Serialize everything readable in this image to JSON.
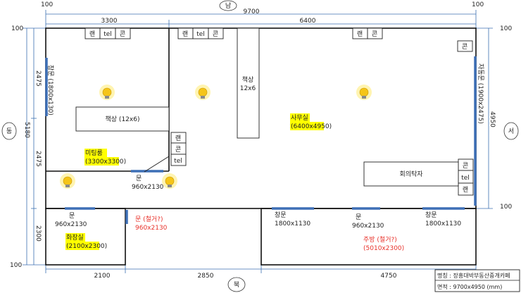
{
  "dims": {
    "top_left": "100",
    "top_right": "100",
    "top_total": "9700",
    "top_a": "3300",
    "top_b": "6400",
    "left_top": "100",
    "left_bottom": "100",
    "left_total": "5180",
    "left_a": "2475",
    "left_b": "2475",
    "left_c": "2300",
    "right_top": "100",
    "right_bottom": "100",
    "right_a": "4950",
    "bottom_a": "2100",
    "bottom_b": "2850",
    "bottom_c": "4750"
  },
  "compass": {
    "south": "남",
    "north": "북",
    "east": "동",
    "west": "서"
  },
  "outlets": {
    "lan": "랜",
    "tel": "tel",
    "con": "콘"
  },
  "furniture": {
    "shelf_top": "책상",
    "shelf_top_size": "12x6",
    "desk_meeting": "책상 (12x6)",
    "meeting_table": "회의탁자"
  },
  "rooms": {
    "meeting": "미팅룸",
    "meeting_size": "(3300x3300)",
    "office": "사무실",
    "office_size": "(6400x4950)",
    "toilet": "화장실",
    "toilet_size": "(2100x2300)",
    "kitchen": "주방 (철거?)",
    "kitchen_size": "(5010x2300)"
  },
  "windows": {
    "left": "창문 (1800x130)",
    "right": "자동문 (1900x2475)",
    "bottom_1": "창문",
    "bottom_1_size": "1800x1130",
    "bottom_2": "창문",
    "bottom_2_size": "1800x1130"
  },
  "doors": {
    "meeting": "문",
    "meeting_size": "960x2130",
    "toilet": "문",
    "toilet_size": "960x2130",
    "removed": "문 (철거?)",
    "removed_size": "960x2130",
    "kitchen": "문",
    "kitchen_size": "960x2130"
  },
  "info": {
    "name": "명칭 : 장흥대박부동산중개카페",
    "area": "면적 : 9700x4950 (mm)"
  }
}
